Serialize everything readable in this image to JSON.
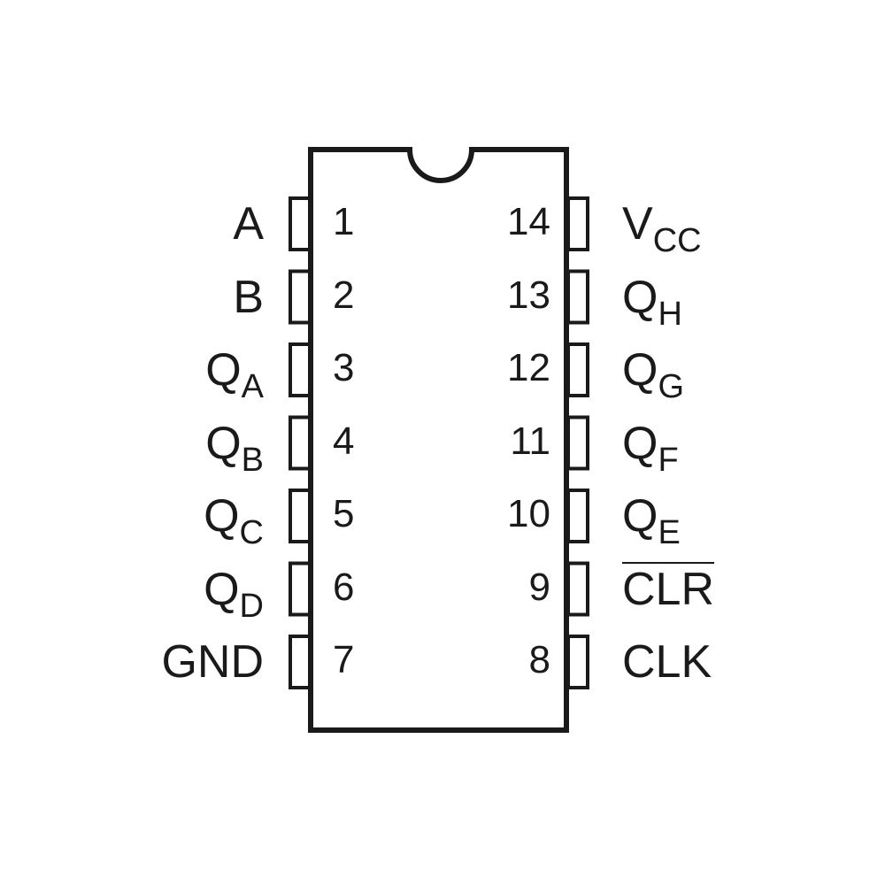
{
  "chip": {
    "left_pins": [
      {
        "number": "1",
        "label": "A",
        "sub": ""
      },
      {
        "number": "2",
        "label": "B",
        "sub": ""
      },
      {
        "number": "3",
        "label": "Q",
        "sub": "A"
      },
      {
        "number": "4",
        "label": "Q",
        "sub": "B"
      },
      {
        "number": "5",
        "label": "Q",
        "sub": "C"
      },
      {
        "number": "6",
        "label": "Q",
        "sub": "D"
      },
      {
        "number": "7",
        "label": "GND",
        "sub": ""
      }
    ],
    "right_pins": [
      {
        "number": "14",
        "label": "V",
        "sub": "CC"
      },
      {
        "number": "13",
        "label": "Q",
        "sub": "H"
      },
      {
        "number": "12",
        "label": "Q",
        "sub": "G"
      },
      {
        "number": "11",
        "label": "Q",
        "sub": "F"
      },
      {
        "number": "10",
        "label": "Q",
        "sub": "E"
      },
      {
        "number": "9",
        "label": "CLR",
        "sub": "",
        "overline": true
      },
      {
        "number": "8",
        "label": "CLK",
        "sub": ""
      }
    ],
    "colors": {
      "stroke": "#1a1a1a",
      "background": "#ffffff"
    }
  }
}
